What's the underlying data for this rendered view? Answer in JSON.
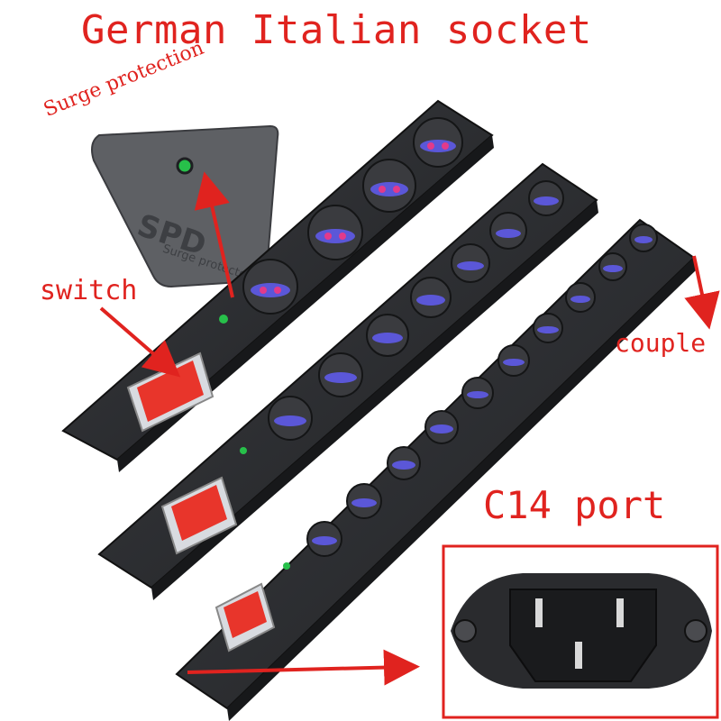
{
  "title": "German Italian socket",
  "labels": {
    "surge_protection": "Surge protection",
    "switch": "switch",
    "couple": "couple",
    "c14_port": "C14 port"
  },
  "module": {
    "brand": "SPD",
    "subtitle": "Surge protector"
  },
  "colors": {
    "annotation": "#e0231f",
    "housing": "#2b2d30",
    "socket_ring": "#5b57d8",
    "socket_hole": "#e23a8a",
    "switch": "#e8352b",
    "indicator": "#27c04a"
  },
  "strips": [
    {
      "name": "strip-top",
      "sockets": 4
    },
    {
      "name": "strip-middle",
      "sockets": 7
    },
    {
      "name": "strip-bottom",
      "sockets": 10
    }
  ]
}
